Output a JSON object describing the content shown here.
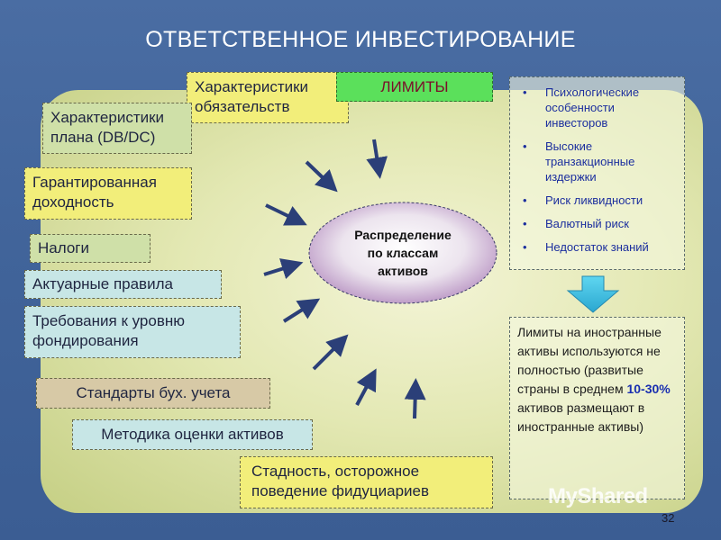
{
  "title": "ОТВЕТСТВЕННОЕ ИНВЕСТИРОВАНИЕ",
  "center": "Распределение по классам активов",
  "limits_label": "ЛИМИТЫ",
  "factors": [
    "Характеристики обязательств",
    "Характеристики плана (DB/DC)",
    "Гарантированная доходность",
    "Налоги",
    "Актуарные правила",
    "Требования к уровню фондирования",
    "Стандарты бух. учета",
    "Методика оценки активов",
    "Стадность, осторожное поведение фидуциариев"
  ],
  "limit_reasons": [
    "Психологические особенности инвесторов",
    "Высокие транзакционные издержки",
    "Риск ликвидности",
    "Валютный риск",
    "Недостаток знаний"
  ],
  "note": {
    "before": "Лимиты на иностранные активы используются не полностью (развитые страны в среднем ",
    "highlight": "10-30%",
    "after": " активов размещают в иностранные активы)"
  },
  "watermark": "MyShared",
  "page_number": "32",
  "colors": {
    "background": "#4a6da3",
    "panel": "#e3e8b3",
    "arrow": "#2b3f78",
    "limits": "#5be05b",
    "bullet_text": "#1c2f9e"
  }
}
